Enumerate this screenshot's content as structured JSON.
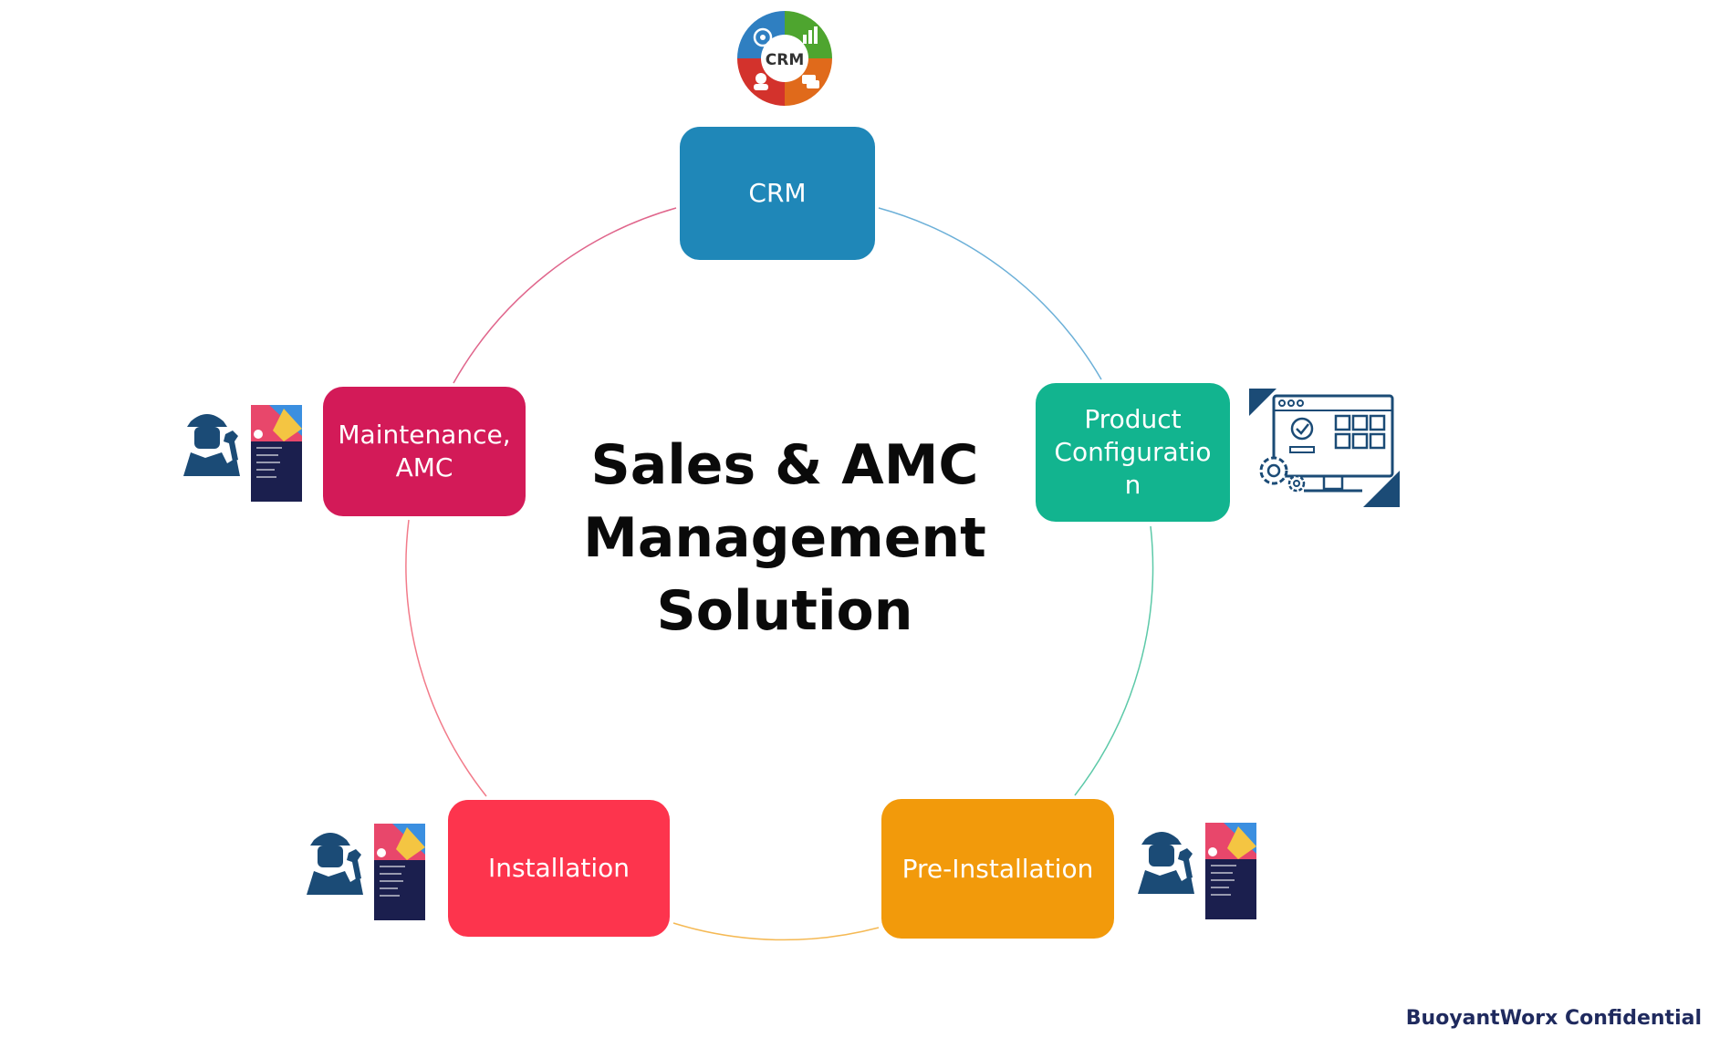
{
  "diagram": {
    "type": "cycle",
    "center_title": "Sales & AMC\nManagement\nSolution",
    "nodes": [
      {
        "id": "crm",
        "label": "CRM",
        "color": "#1f87b8"
      },
      {
        "id": "product-configuration",
        "label": "Product\nConfiguratio\nn",
        "color": "#12b48f"
      },
      {
        "id": "pre-installation",
        "label": "Pre-Installation",
        "color": "#f29a0b"
      },
      {
        "id": "installation",
        "label": "Installation",
        "color": "#fd344d"
      },
      {
        "id": "maintenance-amc",
        "label": "Maintenance,\nAMC",
        "color": "#d31a58"
      }
    ],
    "crm_logo_text": "CRM",
    "connector_colors": [
      "#6cb0d8",
      "#5cc9a8",
      "#f5b954",
      "#f27b8a",
      "#e0668c"
    ]
  },
  "footer": {
    "text": "BuoyantWorx Confidential"
  },
  "colors": {
    "icon_navy": "#1b4b76",
    "footer": "#1f2a5e",
    "phone_dark": "#1b1f4e"
  }
}
